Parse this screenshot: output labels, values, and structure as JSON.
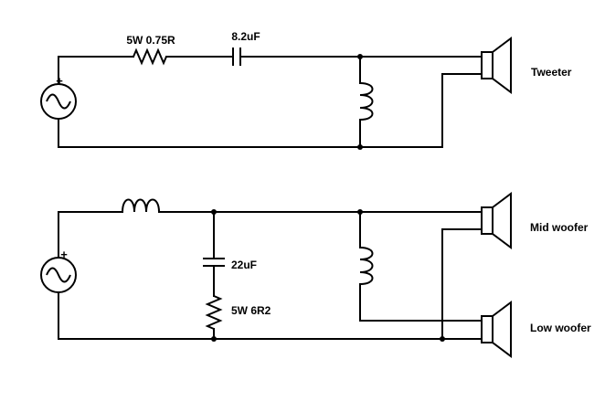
{
  "circuit_top": {
    "resistor_label": "5W 0.75R",
    "capacitor_label": "8.2uF",
    "speaker_label": "Tweeter",
    "source_polarity": "+"
  },
  "circuit_bottom": {
    "capacitor_label": "22uF",
    "resistor_label": "5W 6R2",
    "speaker_mid_label": "Mid woofer",
    "speaker_low_label": "Low woofer",
    "source_polarity": "+"
  }
}
